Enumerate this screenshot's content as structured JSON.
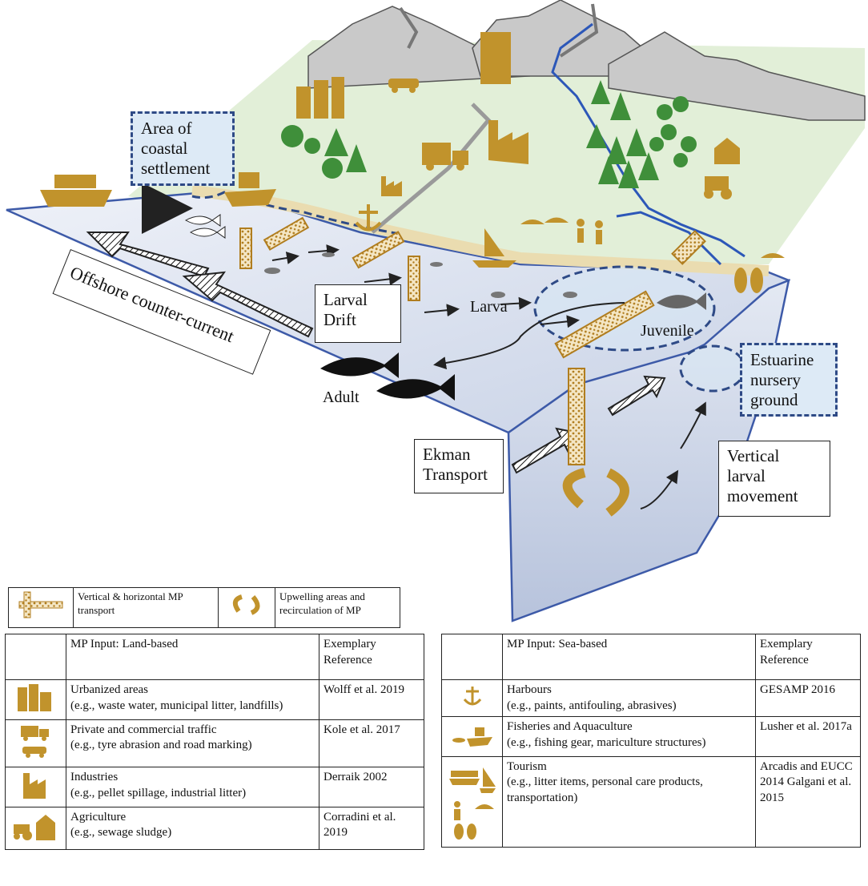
{
  "colors": {
    "icon": "#c1932c",
    "water": "#dce3f0",
    "water_line": "#3d5aa8",
    "land": "#e2efd8",
    "mountain": "#c9c9c9",
    "tree": "#3f8f3a",
    "dash": "#2e4a86"
  },
  "labels": {
    "coastal_settlement": "Area of coastal settlement",
    "offshore": "Offshore counter-current",
    "larval_drift": "Larval Drift",
    "larva": "Larva",
    "juvenile": "Juvenile",
    "adult": "Adult",
    "estuarine": "Estuarine nursery ground",
    "ekman": "Ekman Transport",
    "vertical_larval": "Vertical larval movement"
  },
  "legend": {
    "transport": "Vertical & horizontal MP transport",
    "upwelling": "Upwelling areas and recirculation of MP"
  },
  "land_table": {
    "header_input": "MP Input: Land-based",
    "header_ref": "Exemplary Reference",
    "rows": [
      {
        "icon": "buildings-icon",
        "title": "Urbanized areas",
        "desc": "(e.g., waste water, municipal litter, landfills)",
        "ref": "Wolff et al. 2019"
      },
      {
        "icon": "truck-car-icon",
        "title": "Private and commercial traffic",
        "desc": "(e.g., tyre abrasion and road marking)",
        "ref": "Kole et al. 2017"
      },
      {
        "icon": "factory-icon",
        "title": "Industries",
        "desc": "(e.g., pellet spillage, industrial litter)",
        "ref": "Derraik 2002"
      },
      {
        "icon": "tractor-barn-icon",
        "title": "Agriculture",
        "desc": "(e.g., sewage sludge)",
        "ref": "Corradini et al. 2019"
      }
    ]
  },
  "sea_table": {
    "header_input": "MP Input: Sea-based",
    "header_ref": "Exemplary Reference",
    "rows": [
      {
        "icon": "anchor-icon",
        "title": "Harbours",
        "desc": "(e.g., paints, antifouling, abrasives)",
        "ref": "GESAMP 2016"
      },
      {
        "icon": "fishing-boat-icon",
        "title": "Fisheries and Aquaculture",
        "desc": "(e.g., fishing gear, mariculture structures)",
        "ref": "Lusher et al. 2017a"
      },
      {
        "icon": "tourism-icon",
        "title": "Tourism",
        "desc": "(e.g., litter items, personal care products, transportation)",
        "ref": "Arcadis and EUCC 2014 Galgani et al. 2015"
      }
    ]
  }
}
